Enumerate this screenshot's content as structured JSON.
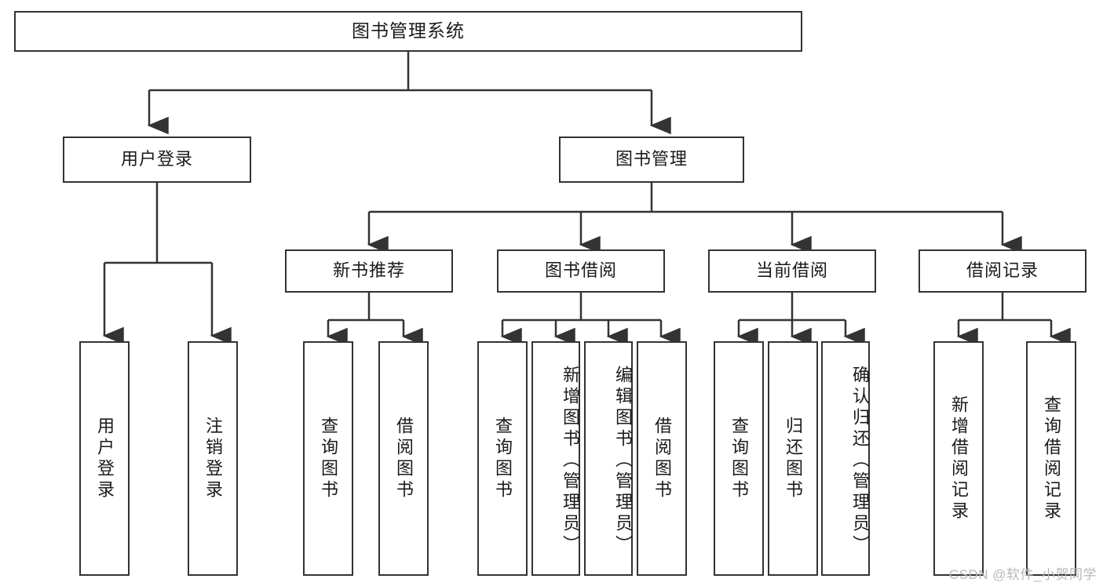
{
  "diagram": {
    "title": "图书管理系统",
    "type": "tree-hierarchy",
    "levels": 4,
    "root": {
      "label": "图书管理系统"
    },
    "level1": [
      {
        "label": "用户登录"
      },
      {
        "label": "图书管理"
      }
    ],
    "level2": [
      {
        "label": "新书推荐"
      },
      {
        "label": "图书借阅"
      },
      {
        "label": "当前借阅"
      },
      {
        "label": "借阅记录"
      }
    ],
    "leaves_user_login": [
      {
        "label": "用户登录"
      },
      {
        "label": "注销登录"
      }
    ],
    "leaves_new_book": [
      {
        "label": "查询图书"
      },
      {
        "label": "借阅图书"
      }
    ],
    "leaves_borrow": [
      {
        "label": "查询图书"
      },
      {
        "label": "新增图书（管理员）"
      },
      {
        "label": "编辑图书（管理员）"
      },
      {
        "label": "借阅图书"
      }
    ],
    "leaves_current": [
      {
        "label": "查询图书"
      },
      {
        "label": "归还图书"
      },
      {
        "label": "确认归还（管理员）"
      }
    ],
    "leaves_records": [
      {
        "label": "新增借阅记录"
      },
      {
        "label": "查询借阅记录"
      }
    ]
  },
  "watermark": {
    "text": "CSDN @软件_小贺同学"
  },
  "colors": {
    "stroke": "#333333",
    "background": "#ffffff",
    "text": "#1a1a1a",
    "watermark": "#b8b8b8"
  }
}
